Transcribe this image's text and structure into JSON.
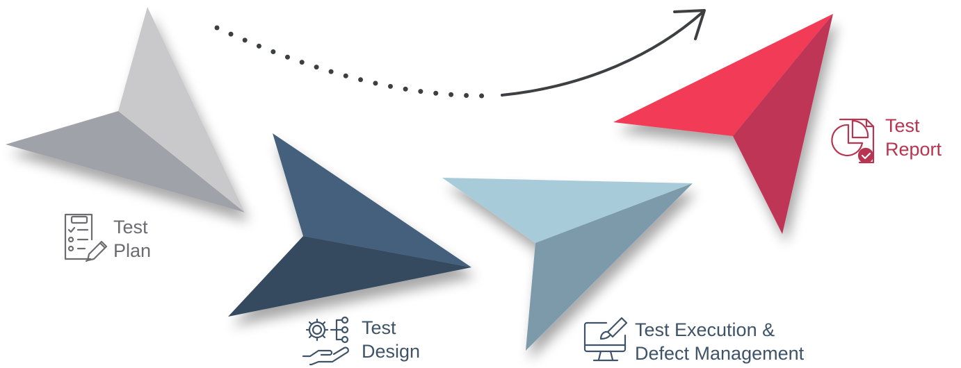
{
  "colors": {
    "plan_light": "#c9c9cb",
    "plan_dark": "#9fa2a8",
    "design_light": "#44617c",
    "design_dark": "#34495e",
    "execution_light": "#a7cbd8",
    "execution_dark": "#7b9aaa",
    "report_light": "#f23a56",
    "report_dark": "#bf3454",
    "text_gray": "#6b6b70",
    "text_slate": "#3f5368",
    "text_red": "#b73550",
    "connector": "#3d3f42"
  },
  "stages": [
    {
      "id": "plan",
      "line1": "Test",
      "line2": "Plan",
      "icon": "checklist-pencil-icon"
    },
    {
      "id": "design",
      "line1": "Test",
      "line2": "Design",
      "icon": "gear-hand-network-icon"
    },
    {
      "id": "execution",
      "line1": "Test Execution &",
      "line2": "Defect Management",
      "icon": "monitor-brush-icon"
    },
    {
      "id": "report",
      "line1": "Test",
      "line2": "Report",
      "icon": "pie-chart-document-icon"
    }
  ]
}
